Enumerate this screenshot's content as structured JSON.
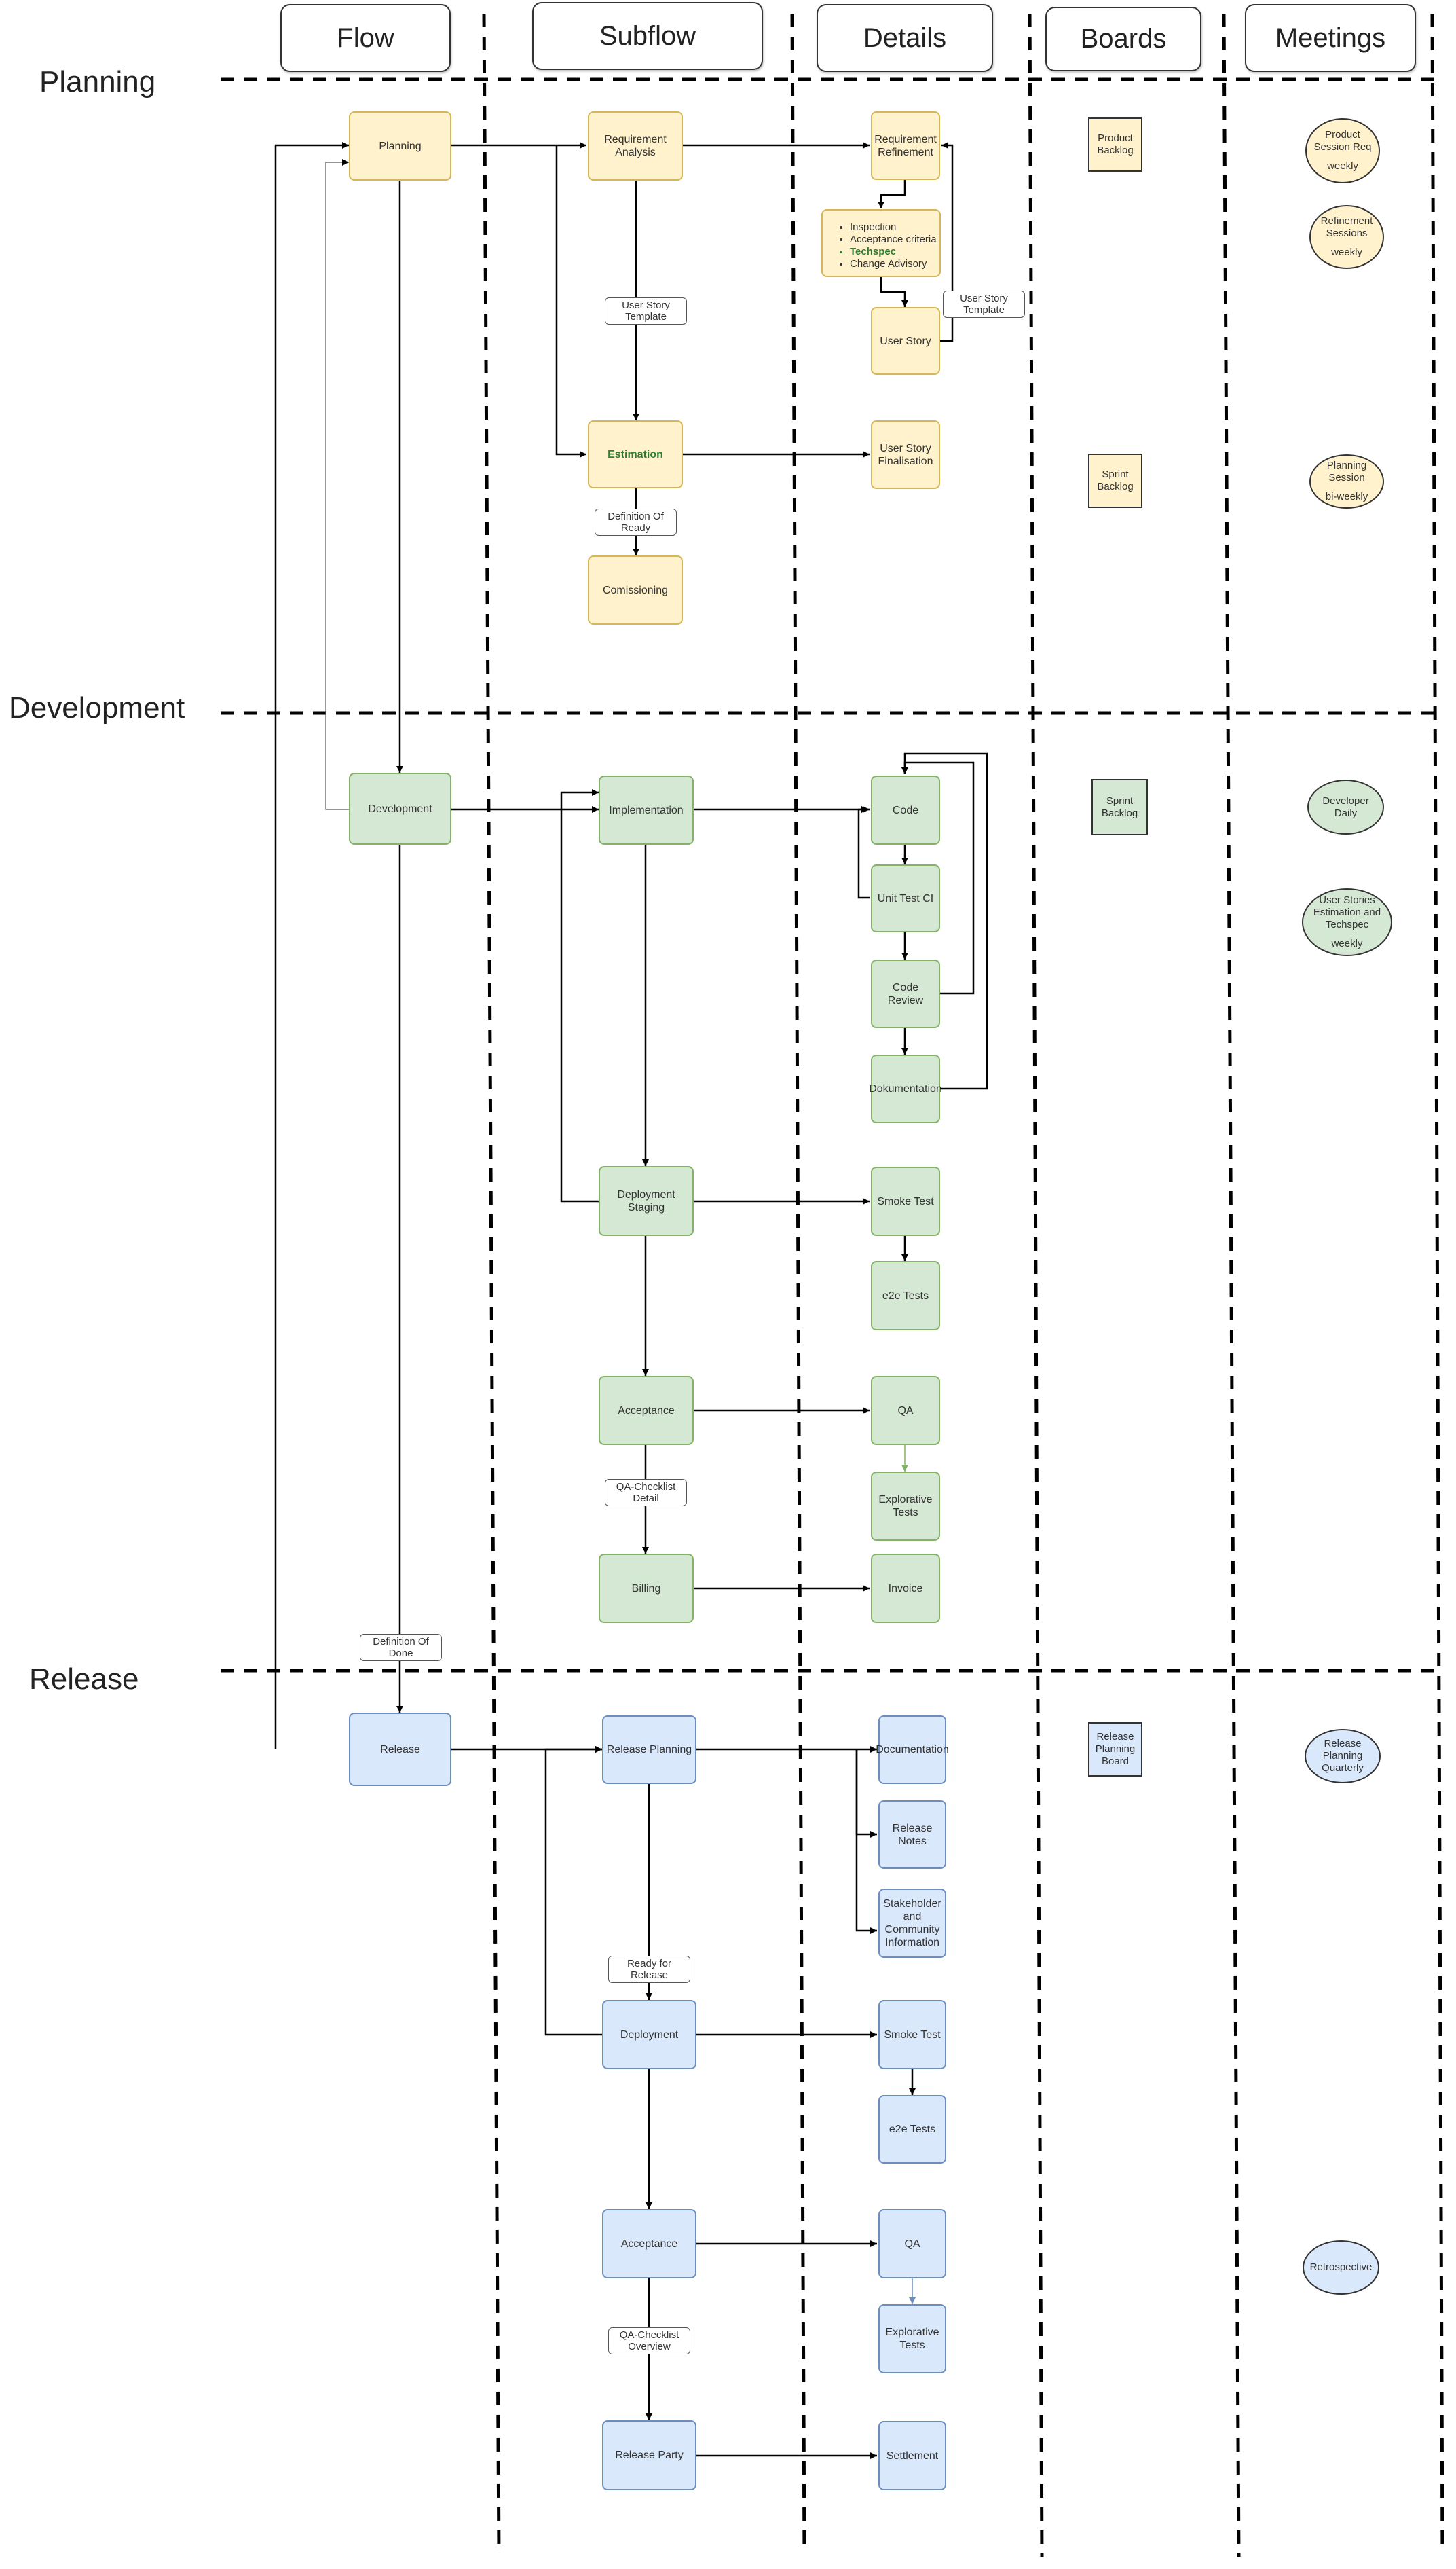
{
  "columns": {
    "flow": "Flow",
    "subflow": "Subflow",
    "details": "Details",
    "boards": "Boards",
    "meetings": "Meetings"
  },
  "phases": {
    "planning": "Planning",
    "development": "Development",
    "release": "Release"
  },
  "planning": {
    "flow": "Planning",
    "requirement_analysis": "Requirement Analysis",
    "estimation": "Estimation",
    "comissioning": "Comissioning",
    "requirement_refinement": "Requirement Refinement",
    "refinement_items": [
      "Inspection",
      "Acceptance criteria",
      "Techspec",
      "Change Advisory"
    ],
    "user_story": "User Story",
    "user_story_finalisation": "User Story Finalisation",
    "label_user_story_template": "User Story Template",
    "label_user_story_template_2": "User Story Template",
    "label_definition_of_ready": "Definition Of Ready",
    "board_product_backlog": "Product Backlog",
    "board_sprint_backlog": "Sprint Backlog",
    "meeting_product_session": "Product Session Req",
    "meeting_product_session_sub": "weekly",
    "meeting_refinement_sessions": "Refinement Sessions",
    "meeting_refinement_sessions_sub": "weekly",
    "meeting_planning_session": "Planning Session",
    "meeting_planning_session_sub": "bi-weekly"
  },
  "development": {
    "flow": "Development",
    "implementation": "Implementation",
    "deployment_staging": "Deployment Staging",
    "acceptance": "Acceptance",
    "billing": "Billing",
    "code": "Code",
    "unit_test": "Unit Test CI",
    "code_review": "Code Review",
    "dokumentation": "Dokumentation",
    "smoke_test": "Smoke Test",
    "e2e_tests": "e2e Tests",
    "qa": "QA",
    "explorative_tests": "Explorative Tests",
    "invoice": "Invoice",
    "label_qa_checklist_detail": "QA-Checklist Detail",
    "label_definition_of_done": "Definition Of Done",
    "board_sprint_backlog": "Sprint Backlog",
    "meeting_developer_daily": "Developer Daily",
    "meeting_user_stories": "User Stories Estimation and Techspec",
    "meeting_user_stories_sub": "weekly"
  },
  "release": {
    "flow": "Release",
    "release_planning": "Release Planning",
    "deployment": "Deployment",
    "acceptance": "Acceptance",
    "release_party": "Release Party",
    "documentation": "Documentation",
    "release_notes": "Release Notes",
    "stakeholder_info": "Stakeholder and Community Information",
    "smoke_test": "Smoke Test",
    "e2e_tests": "e2e Tests",
    "qa": "QA",
    "explorative_tests": "Explorative Tests",
    "settlement": "Settlement",
    "label_ready_for_release": "Ready for Release",
    "label_qa_checklist_overview": "QA-Checklist Overview",
    "board_release_planning": "Release Planning Board",
    "meeting_release_planning": "Release Planning Quarterly",
    "meeting_retrospective": "Retrospective"
  },
  "colors": {
    "planning_fill": "#fff2cc",
    "planning_stroke": "#d6b656",
    "development_fill": "#d5e8d4",
    "development_stroke": "#82b366",
    "release_fill": "#dae8fc",
    "release_stroke": "#6c8ebf",
    "highlight_text": "#2e7d32"
  }
}
